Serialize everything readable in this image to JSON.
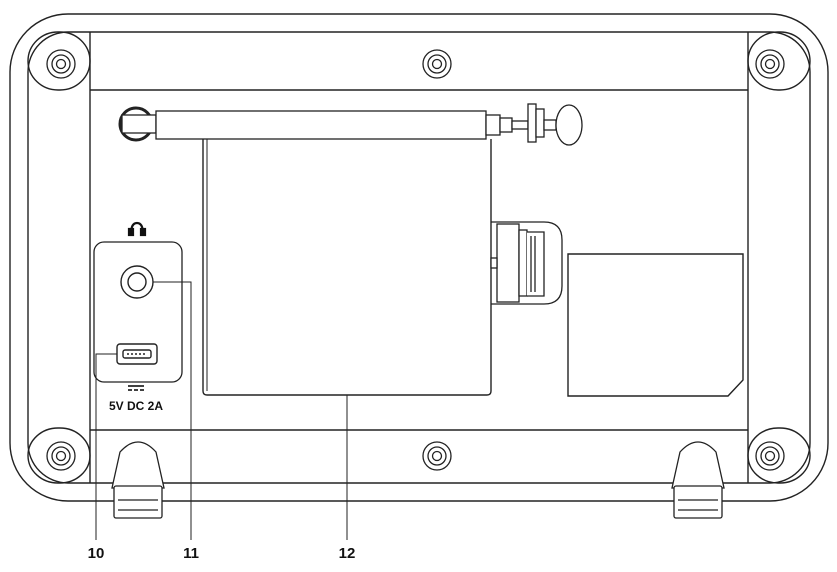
{
  "colors": {
    "stroke": "#222222",
    "background": "#ffffff",
    "text": "#111111"
  },
  "power_label": "5V DC 2A",
  "callouts": [
    {
      "number": "10",
      "part": "usb-power-port"
    },
    {
      "number": "11",
      "part": "headphone-jack"
    },
    {
      "number": "12",
      "part": "battery-compartment-cover"
    }
  ]
}
